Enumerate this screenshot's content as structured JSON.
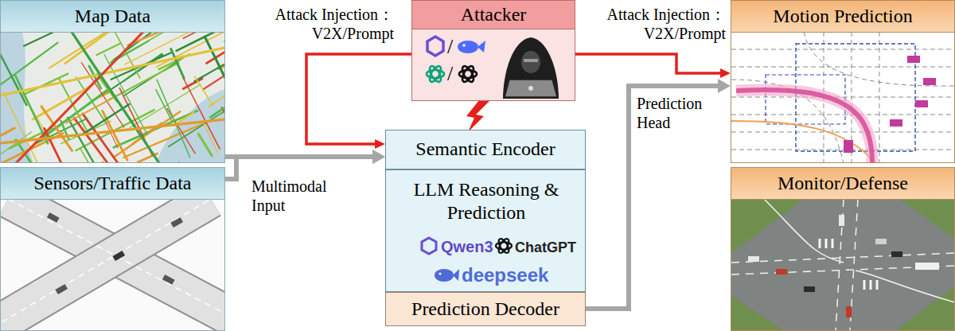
{
  "diagram": {
    "nodes": [
      {
        "text": [
          "Map Data"
        ]
      },
      {
        "text": [
          "Sensors/Traffic Data"
        ]
      },
      {
        "text": [
          "Attacker"
        ]
      },
      {
        "text": [
          "Semantic Encoder"
        ]
      },
      {
        "text": [
          "LLM Reasoning & Prediction",
          "Qwen3",
          "ChatGPT",
          "deepseek"
        ]
      },
      {
        "text": [
          "Prediction Decoder"
        ]
      },
      {
        "text": [
          "Motion Prediction"
        ]
      },
      {
        "text": [
          "Monitor/Defense"
        ]
      }
    ],
    "edges": [
      {
        "from": 0,
        "to": 3,
        "arrow": "to",
        "label": "Multimodal Input"
      },
      {
        "from": 1,
        "to": 3,
        "arrow": "to"
      },
      {
        "from": 2,
        "to": 3,
        "arrow": "to",
        "label": "Attack Injection：V2X/Prompt"
      },
      {
        "from": 2,
        "to": 6,
        "arrow": "to",
        "label": "Attack Injection：V2X/Prompt"
      },
      {
        "from": 5,
        "to": 6,
        "arrow": "to",
        "label": "Prediction Head"
      }
    ],
    "labels": [
      "/",
      "/"
    ]
  }
}
